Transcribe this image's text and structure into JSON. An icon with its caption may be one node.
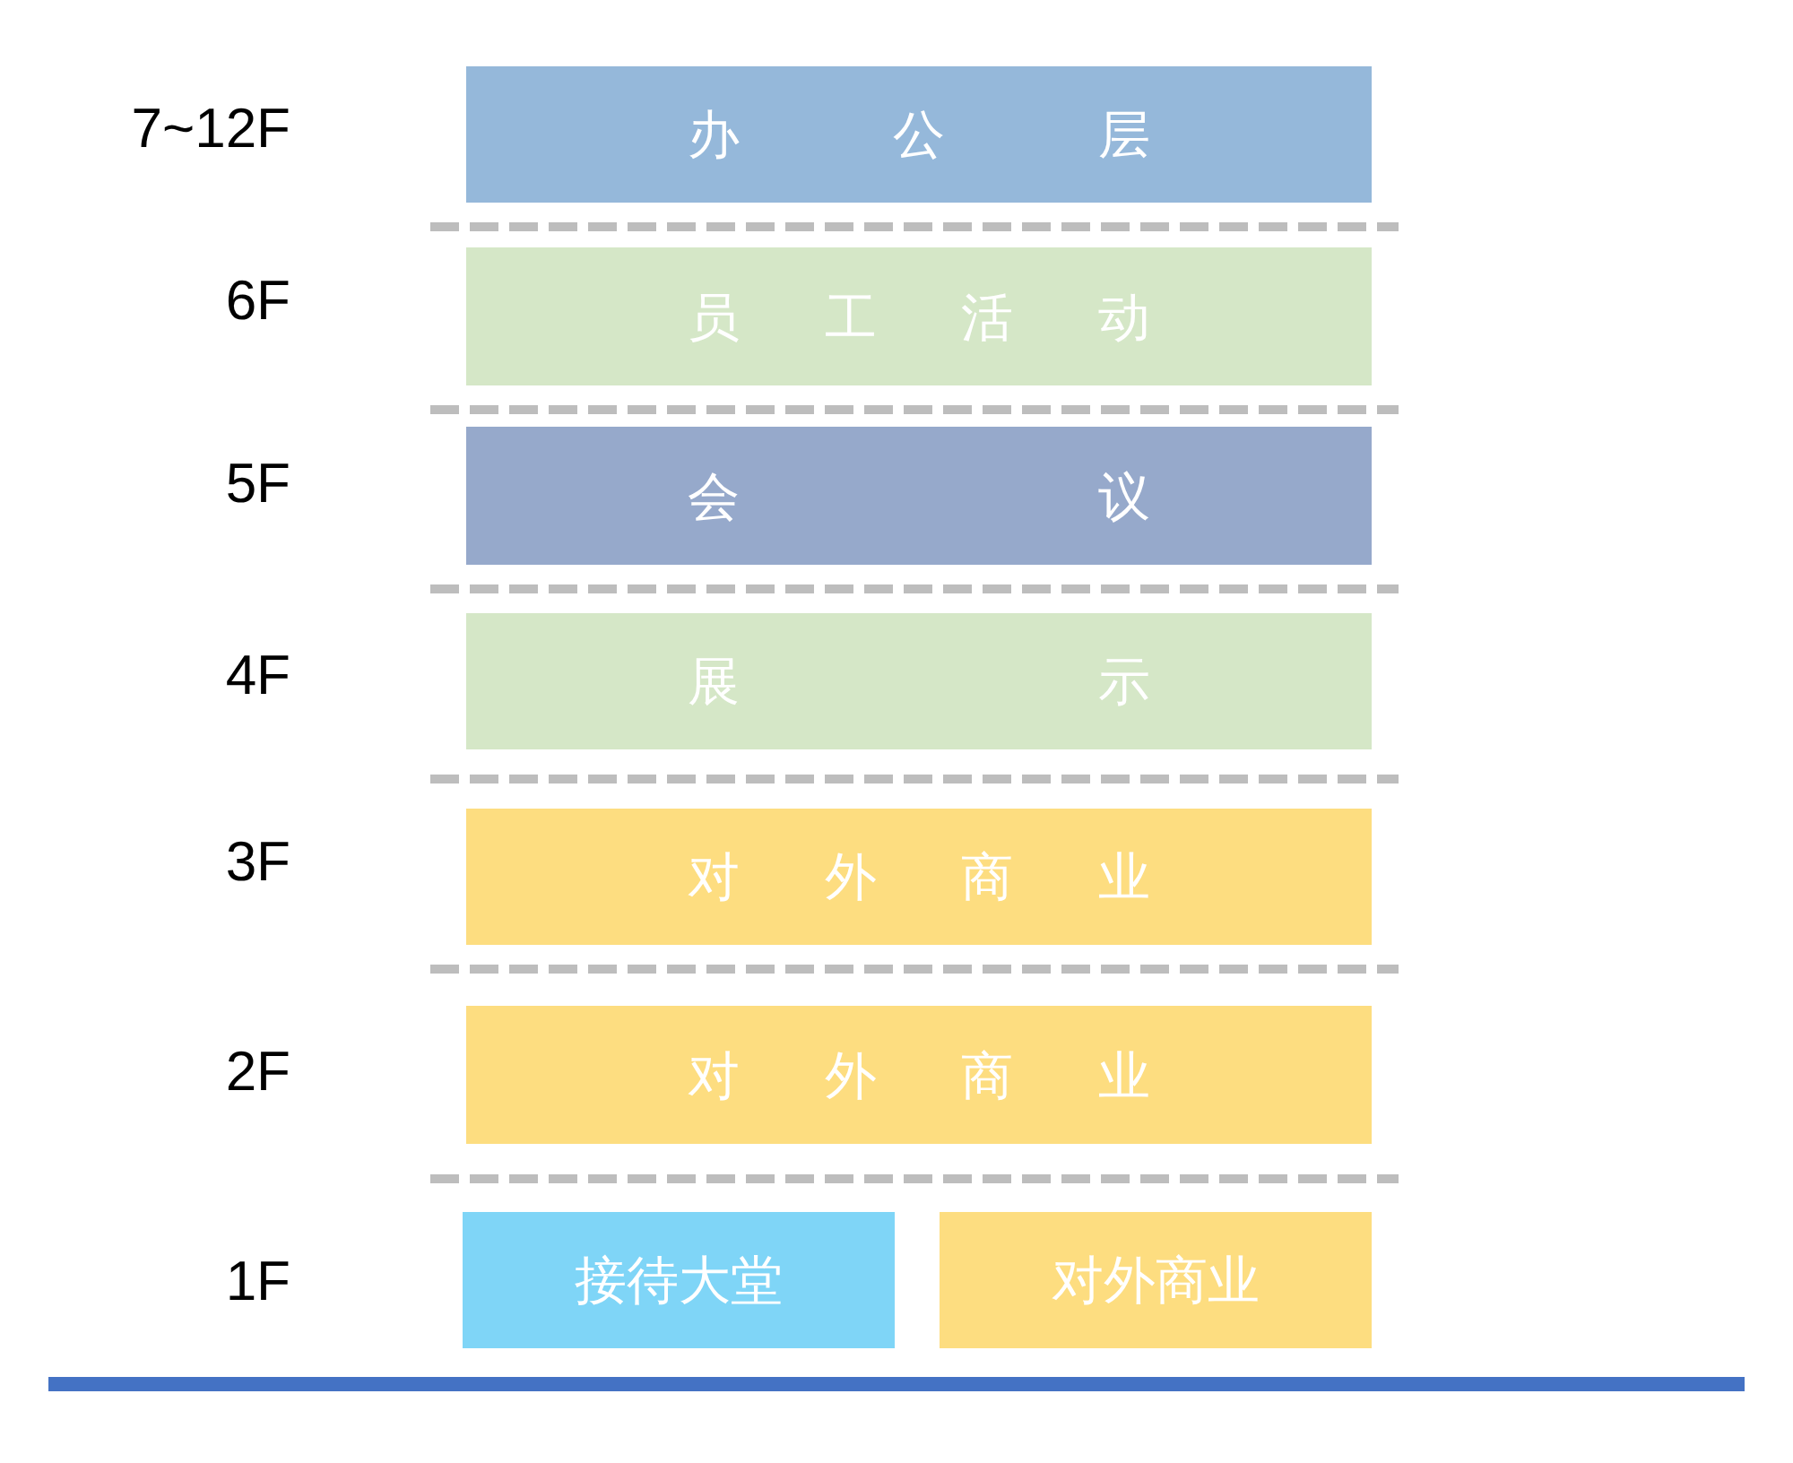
{
  "diagram": {
    "nodes": [
      {
        "text": [
          "办公层"
        ]
      },
      {
        "text": [
          "员工活动"
        ]
      },
      {
        "text": [
          "会议"
        ]
      },
      {
        "text": [
          "展示"
        ]
      },
      {
        "text": [
          "对外商业"
        ]
      },
      {
        "text": [
          "对外商业"
        ]
      },
      {
        "text": [
          "接待大堂"
        ]
      },
      {
        "text": [
          "对外商业"
        ]
      }
    ],
    "labels": [
      "7~12F",
      "6F",
      "5F",
      "4F",
      "3F",
      "2F",
      "1F"
    ]
  }
}
